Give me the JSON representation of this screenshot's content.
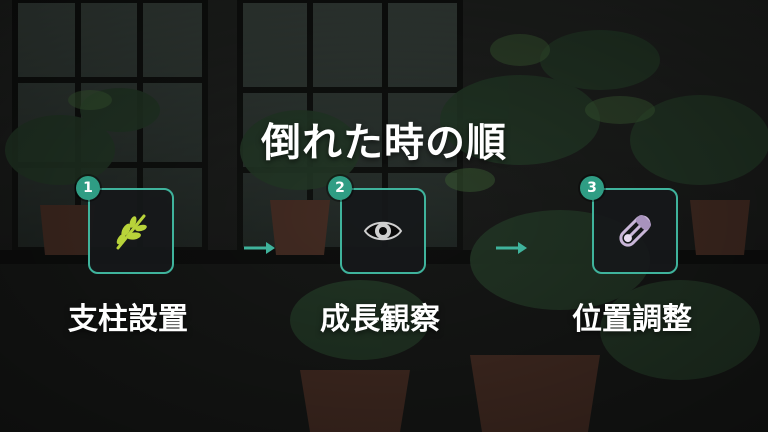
{
  "title": "倒れた時の順",
  "steps": [
    {
      "number": "1",
      "label": "支柱設置",
      "icon": "herb-icon"
    },
    {
      "number": "2",
      "label": "成長観察",
      "icon": "eye-icon"
    },
    {
      "number": "3",
      "label": "位置調整",
      "icon": "safety-pin-icon"
    }
  ],
  "colors": {
    "accent": "#3fb39c",
    "badge": "#2f9d84",
    "box_bg": "#16181a",
    "text": "#ffffff"
  }
}
